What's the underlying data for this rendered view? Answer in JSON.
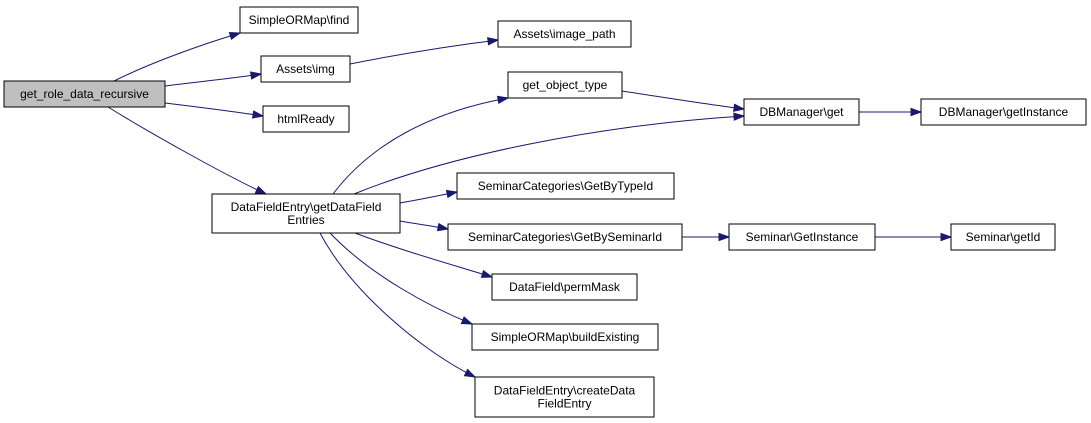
{
  "graph": {
    "nodes": {
      "root": {
        "lines": [
          "get_role_data_recursive"
        ]
      },
      "find": {
        "lines": [
          "SimpleORMap\\find"
        ]
      },
      "img": {
        "lines": [
          "Assets\\img"
        ]
      },
      "image_path": {
        "lines": [
          "Assets\\image_path"
        ]
      },
      "htmlready": {
        "lines": [
          "htmlReady"
        ]
      },
      "get_object_type": {
        "lines": [
          "get_object_type"
        ]
      },
      "dbget": {
        "lines": [
          "DBManager\\get"
        ]
      },
      "dbgetinstance": {
        "lines": [
          "DBManager\\getInstance"
        ]
      },
      "getdatafieldentries": {
        "lines": [
          "DataFieldEntry\\getDataField",
          "Entries"
        ]
      },
      "getbytypeid": {
        "lines": [
          "SeminarCategories\\GetByTypeId"
        ]
      },
      "getbyseminarid": {
        "lines": [
          "SeminarCategories\\GetBySeminarId"
        ]
      },
      "seminargetinstance": {
        "lines": [
          "Seminar\\GetInstance"
        ]
      },
      "seminargetid": {
        "lines": [
          "Seminar\\getId"
        ]
      },
      "permmask": {
        "lines": [
          "DataField\\permMask"
        ]
      },
      "buildexisting": {
        "lines": [
          "SimpleORMap\\buildExisting"
        ]
      },
      "createdatafieldentry": {
        "lines": [
          "DataFieldEntry\\createData",
          "FieldEntry"
        ]
      }
    },
    "edges": [
      {
        "from": "root",
        "to": "find"
      },
      {
        "from": "root",
        "to": "img"
      },
      {
        "from": "root",
        "to": "htmlready"
      },
      {
        "from": "root",
        "to": "getdatafieldentries"
      },
      {
        "from": "img",
        "to": "image_path"
      },
      {
        "from": "get_object_type",
        "to": "dbget"
      },
      {
        "from": "dbget",
        "to": "dbgetinstance"
      },
      {
        "from": "getdatafieldentries",
        "to": "get_object_type"
      },
      {
        "from": "getdatafieldentries",
        "to": "dbget"
      },
      {
        "from": "getdatafieldentries",
        "to": "getbytypeid"
      },
      {
        "from": "getdatafieldentries",
        "to": "getbyseminarid"
      },
      {
        "from": "getdatafieldentries",
        "to": "permmask"
      },
      {
        "from": "getdatafieldentries",
        "to": "buildexisting"
      },
      {
        "from": "getdatafieldentries",
        "to": "createdatafieldentry"
      },
      {
        "from": "getbyseminarid",
        "to": "seminargetinstance"
      },
      {
        "from": "seminargetinstance",
        "to": "seminargetid"
      }
    ]
  }
}
